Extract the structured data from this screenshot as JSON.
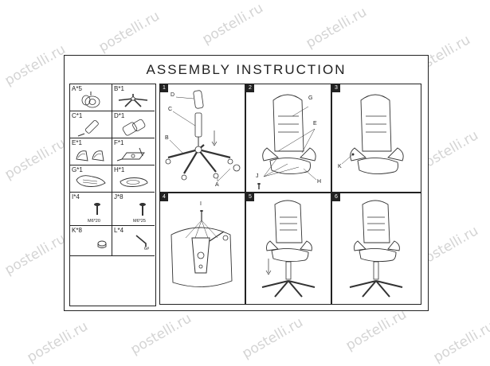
{
  "title": "ASSEMBLY INSTRUCTION",
  "watermark": "postelli.ru",
  "parts": [
    {
      "label": "A*5",
      "icon": "caster-wheel-icon"
    },
    {
      "label": "B*1",
      "icon": "star-base-icon"
    },
    {
      "label": "C*1",
      "icon": "gas-lift-icon"
    },
    {
      "label": "D*1",
      "icon": "cylinder-cover-icon"
    },
    {
      "label": "E*1",
      "icon": "armrest-icon"
    },
    {
      "label": "F*1",
      "icon": "mechanism-icon"
    },
    {
      "label": "G*1",
      "icon": "backrest-icon"
    },
    {
      "label": "H*1",
      "icon": "seat-icon"
    },
    {
      "label": "I*4",
      "icon": "screw-icon",
      "spec": "M6*20"
    },
    {
      "label": "J*8",
      "icon": "screw-icon",
      "spec": "M6*25"
    },
    {
      "label": "K*8",
      "icon": "cap-icon"
    },
    {
      "label": "L*4",
      "icon": "allen-key-icon",
      "spec": "6#"
    }
  ],
  "steps": [
    {
      "number": "1",
      "callouts": [
        "D",
        "C",
        "B",
        "A"
      ]
    },
    {
      "number": "2",
      "callouts": [
        "G",
        "E",
        "J",
        "H"
      ]
    },
    {
      "number": "3",
      "callouts": [
        "K"
      ]
    },
    {
      "number": "4",
      "callouts": [
        "I"
      ]
    },
    {
      "number": "5",
      "callouts": []
    },
    {
      "number": "6",
      "callouts": []
    }
  ]
}
